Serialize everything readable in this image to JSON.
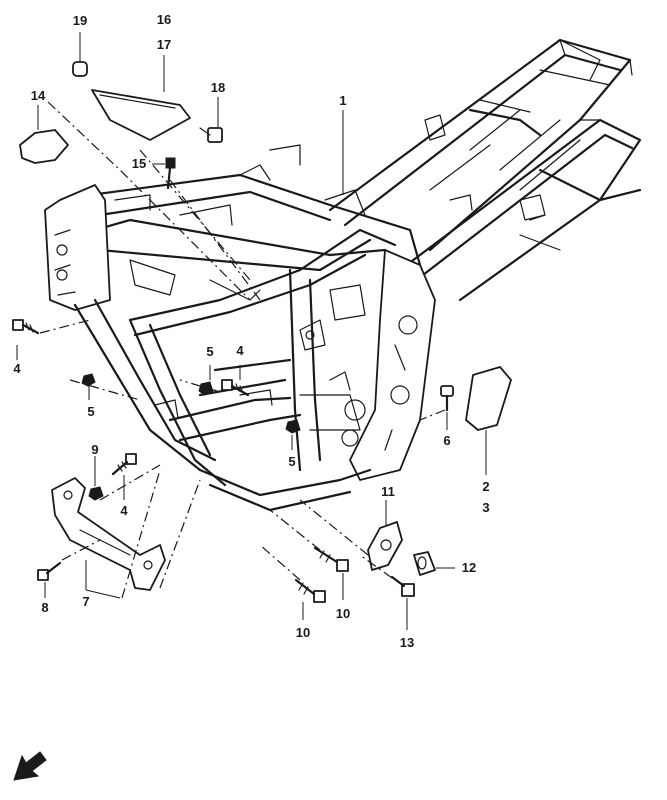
{
  "callouts": {
    "p1": "1",
    "p2": "2",
    "p3": "3",
    "p4a": "4",
    "p4b": "4",
    "p4c": "4",
    "p5a": "5",
    "p5b": "5",
    "p5c": "5",
    "p6": "6",
    "p7": "7",
    "p8": "8",
    "p9": "9",
    "p10a": "10",
    "p10b": "10",
    "p11": "11",
    "p12": "12",
    "p13": "13",
    "p14": "14",
    "p15": "15",
    "p16": "16",
    "p17": "17",
    "p18": "18",
    "p19": "19"
  },
  "icons": {
    "front_arrow": "front-direction-arrow-icon"
  }
}
